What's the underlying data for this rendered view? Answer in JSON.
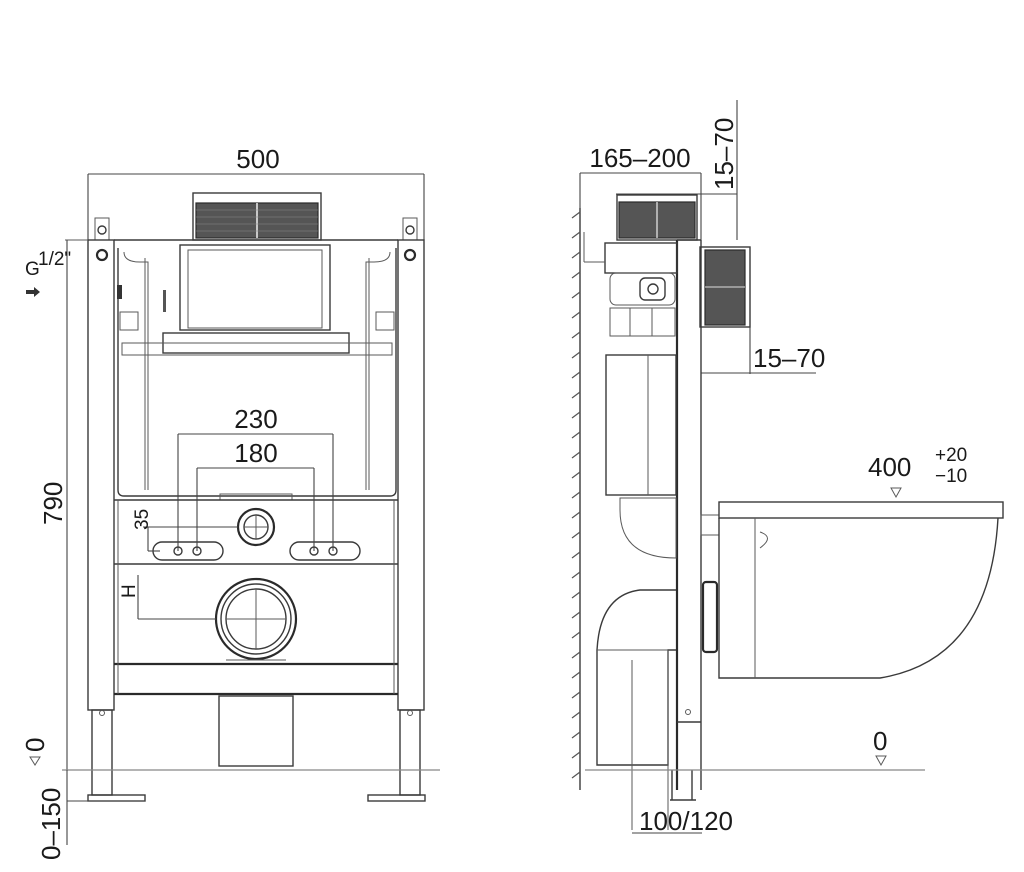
{
  "front_view": {
    "width_label": "500",
    "height_label": "790",
    "feet_adjust_label": "0–150",
    "zero_level_label": "0",
    "fixing_outer_label": "230",
    "fixing_inner_label": "180",
    "offset_label": "35",
    "drain_height_label": "H",
    "water_inlet_label": "G",
    "water_inlet_fraction": "1/2\""
  },
  "side_view": {
    "depth_label": "165–200",
    "top_offset_label": "15–70",
    "wall_offset_label": "15–70",
    "seat_height_label": "400",
    "seat_tolerance_plus": "+20",
    "seat_tolerance_minus": "−10",
    "zero_level_label": "0",
    "pipe_diameter_label": "100/120"
  },
  "colors": {
    "line": "#3a3a3a",
    "grille": "#555555",
    "background": "#ffffff"
  }
}
